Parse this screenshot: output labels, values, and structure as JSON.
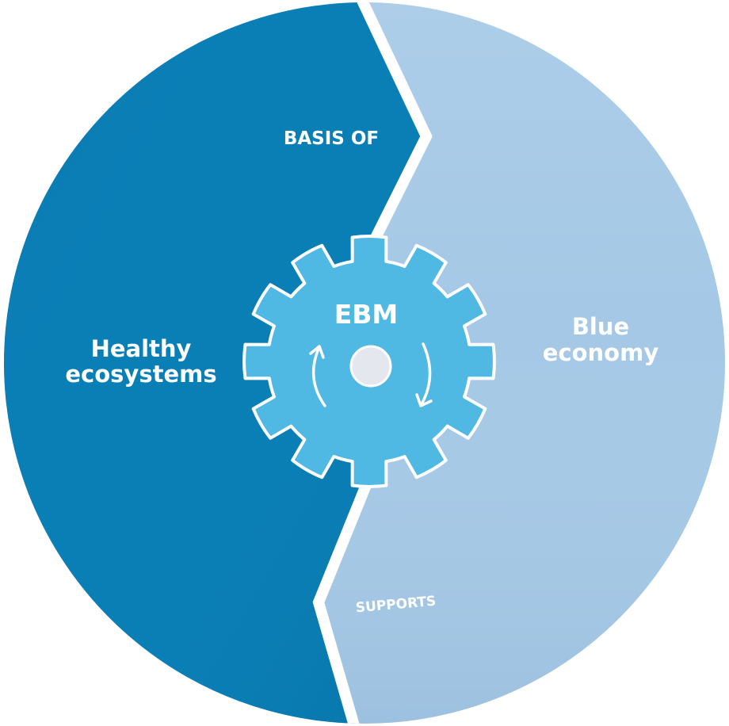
{
  "diagram": {
    "left_segment_label": [
      "Healthy",
      "ecosystems"
    ],
    "right_segment_label": [
      "Blue",
      "economy"
    ],
    "top_arrow_label": "BASIS OF",
    "bottom_arrow_label": "SUPPORTS",
    "center_gear_label": "EBM"
  },
  "colors": {
    "left_segment": "#0a7fb6",
    "right_segment": "#a4c8e6",
    "gear": "#4fb8e3",
    "gear_outline": "#ffffff",
    "center_dot": "#e4e7ee",
    "text": "#ffffff"
  },
  "icons": [
    "gear-icon",
    "cycle-arrows-icon",
    "center-dot-icon"
  ]
}
